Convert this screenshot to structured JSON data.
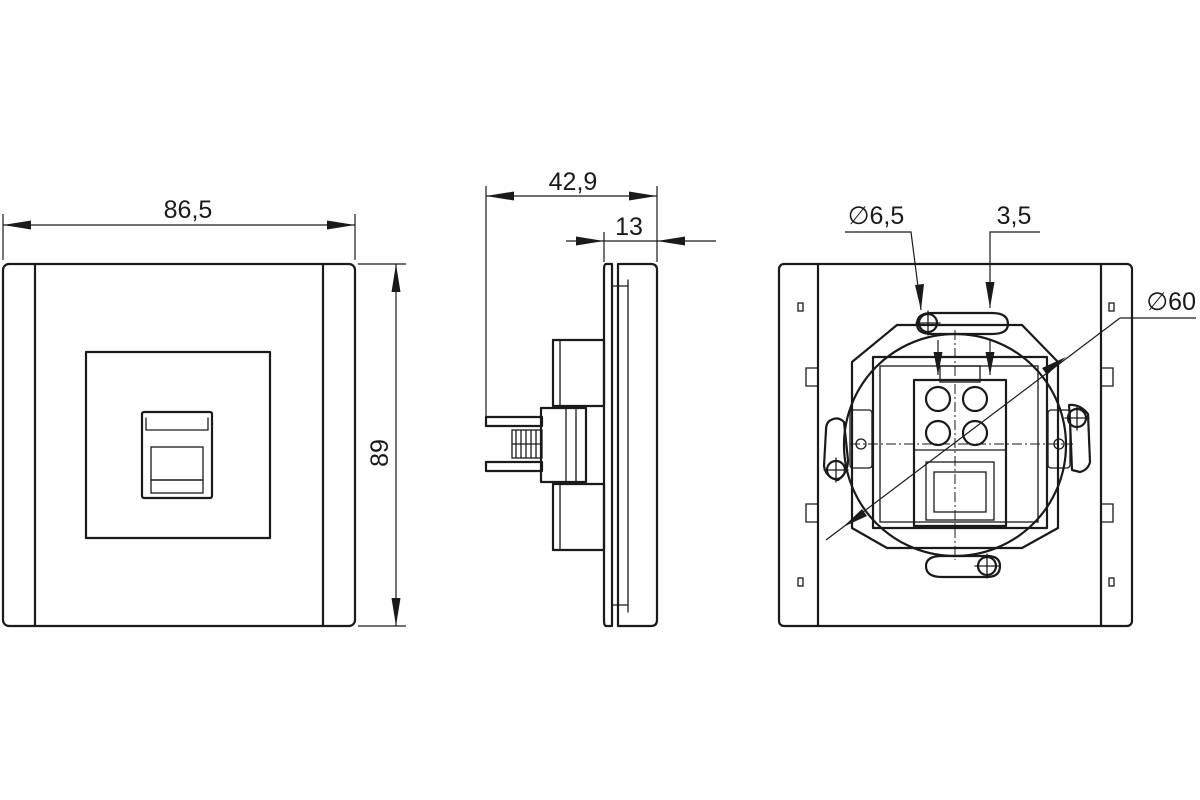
{
  "dimensions": {
    "front_width": "86,5",
    "front_height": "89",
    "side_depth_total": "42,9",
    "side_frame_depth": "13",
    "hole_diameter": "∅6,5",
    "slot_width": "3,5",
    "mount_circle_diameter": "∅60"
  }
}
